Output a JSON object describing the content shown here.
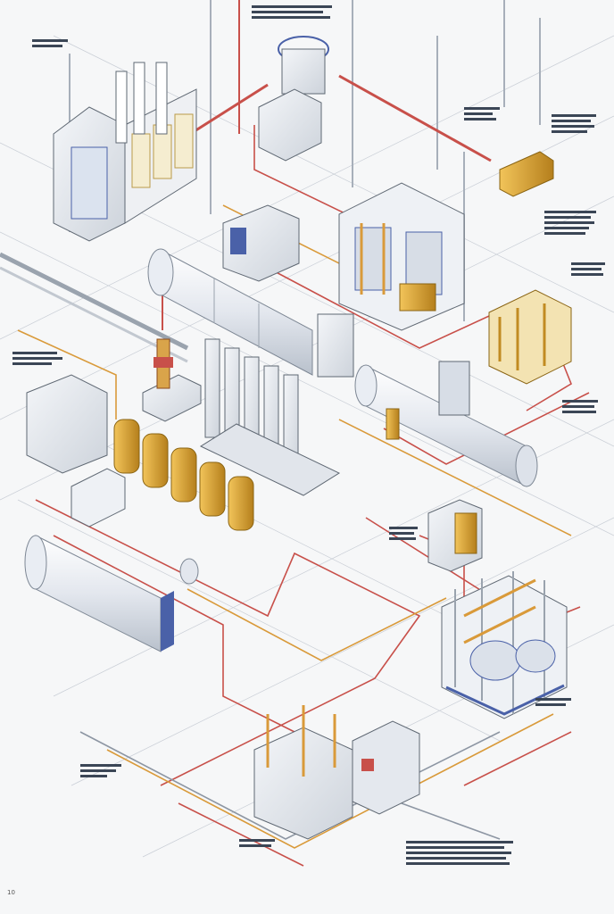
{
  "page_number": "10",
  "colors": {
    "background": "#f6f7f8",
    "pipe_red": "#c8504a",
    "pipe_orange": "#d99a3a",
    "pipe_grey": "#8d96a3",
    "equipment_body": "#e6e9ee",
    "equipment_blue": "#4a61a8",
    "equipment_gold": "#e0a830",
    "outline": "#5f6873"
  },
  "callouts": [
    {
      "id": "c1",
      "marker": "",
      "lines": [
        "",
        "",
        ""
      ]
    },
    {
      "id": "c2",
      "marker": "",
      "lines": [
        "",
        "",
        ""
      ]
    }
  ],
  "equipment_icons": [
    "distillation-column-icon",
    "control-cabinet-icon",
    "heat-exchanger-icon",
    "storage-tank-icon",
    "reactor-vessel-icon",
    "pump-icon",
    "pipe-rack-icon",
    "compressor-icon",
    "transformer-icon",
    "filter-unit-icon"
  ]
}
